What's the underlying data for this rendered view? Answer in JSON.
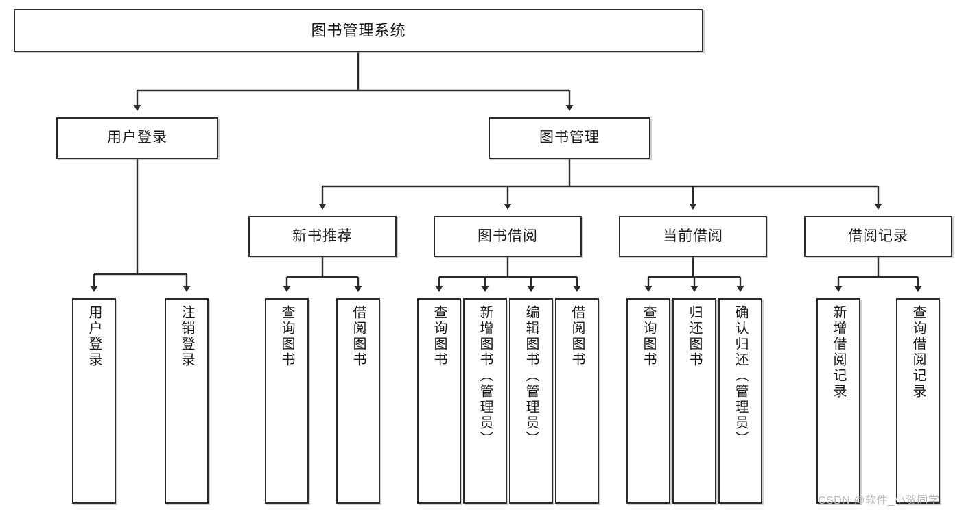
{
  "diagram": {
    "title": "图书管理系统",
    "type": "hierarchy-tree",
    "watermark": "CSDN @软件_小贺同学",
    "colors": {
      "stroke": "#2b2b2b",
      "fill": "#ffffff",
      "text": "#1a1a1a",
      "watermark": "#b9b9b9"
    },
    "nodes": {
      "root": {
        "label": "图书管理系统"
      },
      "level1": [
        {
          "id": "user-login",
          "label": "用户登录"
        },
        {
          "id": "book-manage",
          "label": "图书管理"
        }
      ],
      "level2": [
        {
          "id": "new-book-recommend",
          "label": "新书推荐"
        },
        {
          "id": "book-borrow",
          "label": "图书借阅"
        },
        {
          "id": "current-borrow",
          "label": "当前借阅"
        },
        {
          "id": "borrow-record",
          "label": "借阅记录"
        }
      ],
      "leaves": {
        "user-login": [
          {
            "id": "leaf-user-login",
            "label": "用户登录"
          },
          {
            "id": "leaf-user-logout",
            "label": "注销登录"
          }
        ],
        "new-book-recommend": [
          {
            "id": "leaf-query-book-1",
            "label": "查询图书"
          },
          {
            "id": "leaf-borrow-book-1",
            "label": "借阅图书"
          }
        ],
        "book-borrow": [
          {
            "id": "leaf-query-book-2",
            "label": "查询图书"
          },
          {
            "id": "leaf-add-book",
            "label": "新增图书（管理员）"
          },
          {
            "id": "leaf-edit-book",
            "label": "编辑图书（管理员）"
          },
          {
            "id": "leaf-borrow-book-2",
            "label": "借阅图书"
          }
        ],
        "current-borrow": [
          {
            "id": "leaf-query-book-3",
            "label": "查询图书"
          },
          {
            "id": "leaf-return-book",
            "label": "归还图书"
          },
          {
            "id": "leaf-confirm-return",
            "label": "确认归还（管理员）"
          }
        ],
        "borrow-record": [
          {
            "id": "leaf-add-record",
            "label": "新增借阅记录"
          },
          {
            "id": "leaf-query-record",
            "label": "查询借阅记录"
          }
        ]
      }
    }
  }
}
